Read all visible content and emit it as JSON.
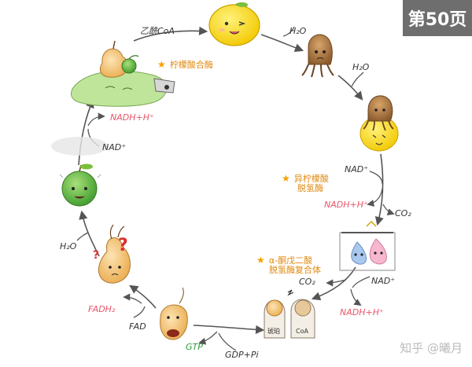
{
  "page_badge": "第50页",
  "watermark": "知乎 @曦月",
  "labels": {
    "acetyl_coa": "乙酰CoA",
    "citrate_synthase": "柠檬酸合酶",
    "h2o_top": "H₂O",
    "h2o_right": "H₂O",
    "isocitrate_dh_line1": "异柠檬酸",
    "isocitrate_dh_line2": "脱氢酶",
    "nad_right": "NAD⁺",
    "nadh_right": "NADH+H⁺",
    "co2_right": "CO₂",
    "akgdh_line1": "α-酮戊二酸",
    "akgdh_line2": "脱氢酶复合体",
    "co2_bottom": "CO₂",
    "nad_bottom": "NAD⁺",
    "nadh_bottom": "NADH+H⁺",
    "succinyl_text": "琥珀",
    "coa_text": "CoA",
    "gdp_pi": "GDP+Pi",
    "gtp": "GTP",
    "fad": "FAD",
    "fadh2": "FADH₂",
    "h2o_left": "H₂O",
    "nad_left": "NAD⁺",
    "nadh_left": "NADH+H⁺",
    "question_mark": "?"
  },
  "colors": {
    "arrow": "#555555",
    "pink_text": "#e8556a",
    "orange_text": "#e08a10",
    "green_text": "#2e9a3a",
    "lemon": "#f8df2a",
    "squid": "#b07a44",
    "apple": "#6cc04a",
    "pear": "#f2c47a",
    "badge": "#6e6e6e"
  }
}
